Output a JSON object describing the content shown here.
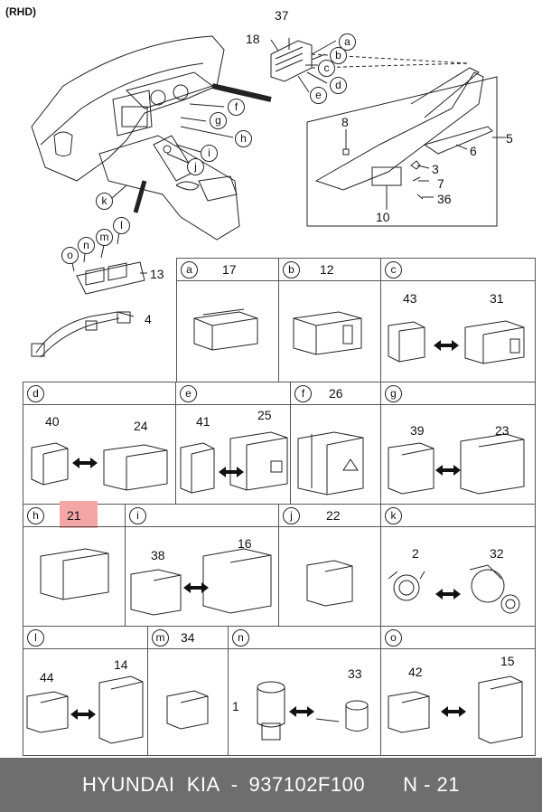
{
  "header": {
    "corner_label": "(RHD)"
  },
  "overview": {
    "callouts_numbers": [
      "37",
      "18",
      "5",
      "8",
      "3",
      "7",
      "36",
      "10",
      "6",
      "13",
      "4"
    ],
    "callouts_letters": [
      "a",
      "b",
      "c",
      "d",
      "e",
      "f",
      "g",
      "h",
      "i",
      "j",
      "k",
      "l",
      "m",
      "n",
      "o"
    ]
  },
  "cells": [
    {
      "letter": "a",
      "parts": [
        "17"
      ]
    },
    {
      "letter": "b",
      "parts": [
        "12"
      ]
    },
    {
      "letter": "c",
      "parts": [
        "43",
        "31"
      ]
    },
    {
      "letter": "d",
      "parts": [
        "40",
        "24"
      ]
    },
    {
      "letter": "e",
      "parts": [
        "41",
        "25"
      ]
    },
    {
      "letter": "f",
      "parts": [
        "26"
      ]
    },
    {
      "letter": "g",
      "parts": [
        "39",
        "23"
      ]
    },
    {
      "letter": "h",
      "parts": [
        "21"
      ]
    },
    {
      "letter": "i",
      "parts": [
        "38",
        "16"
      ]
    },
    {
      "letter": "j",
      "parts": [
        "22"
      ]
    },
    {
      "letter": "k",
      "parts": [
        "2",
        "32"
      ]
    },
    {
      "letter": "l",
      "parts": [
        "44",
        "14"
      ]
    },
    {
      "letter": "m",
      "parts": [
        "34"
      ]
    },
    {
      "letter": "n",
      "parts": [
        "1",
        "33"
      ]
    },
    {
      "letter": "o",
      "parts": [
        "42",
        "15"
      ]
    }
  ],
  "footer": {
    "brand": "HYUNDAI  KIA",
    "dash": "-",
    "part_number": "937102F100",
    "ref": "N - 21"
  },
  "colors": {
    "footer_bg": "#6e6e6e",
    "highlight": "#f4a6a6"
  }
}
